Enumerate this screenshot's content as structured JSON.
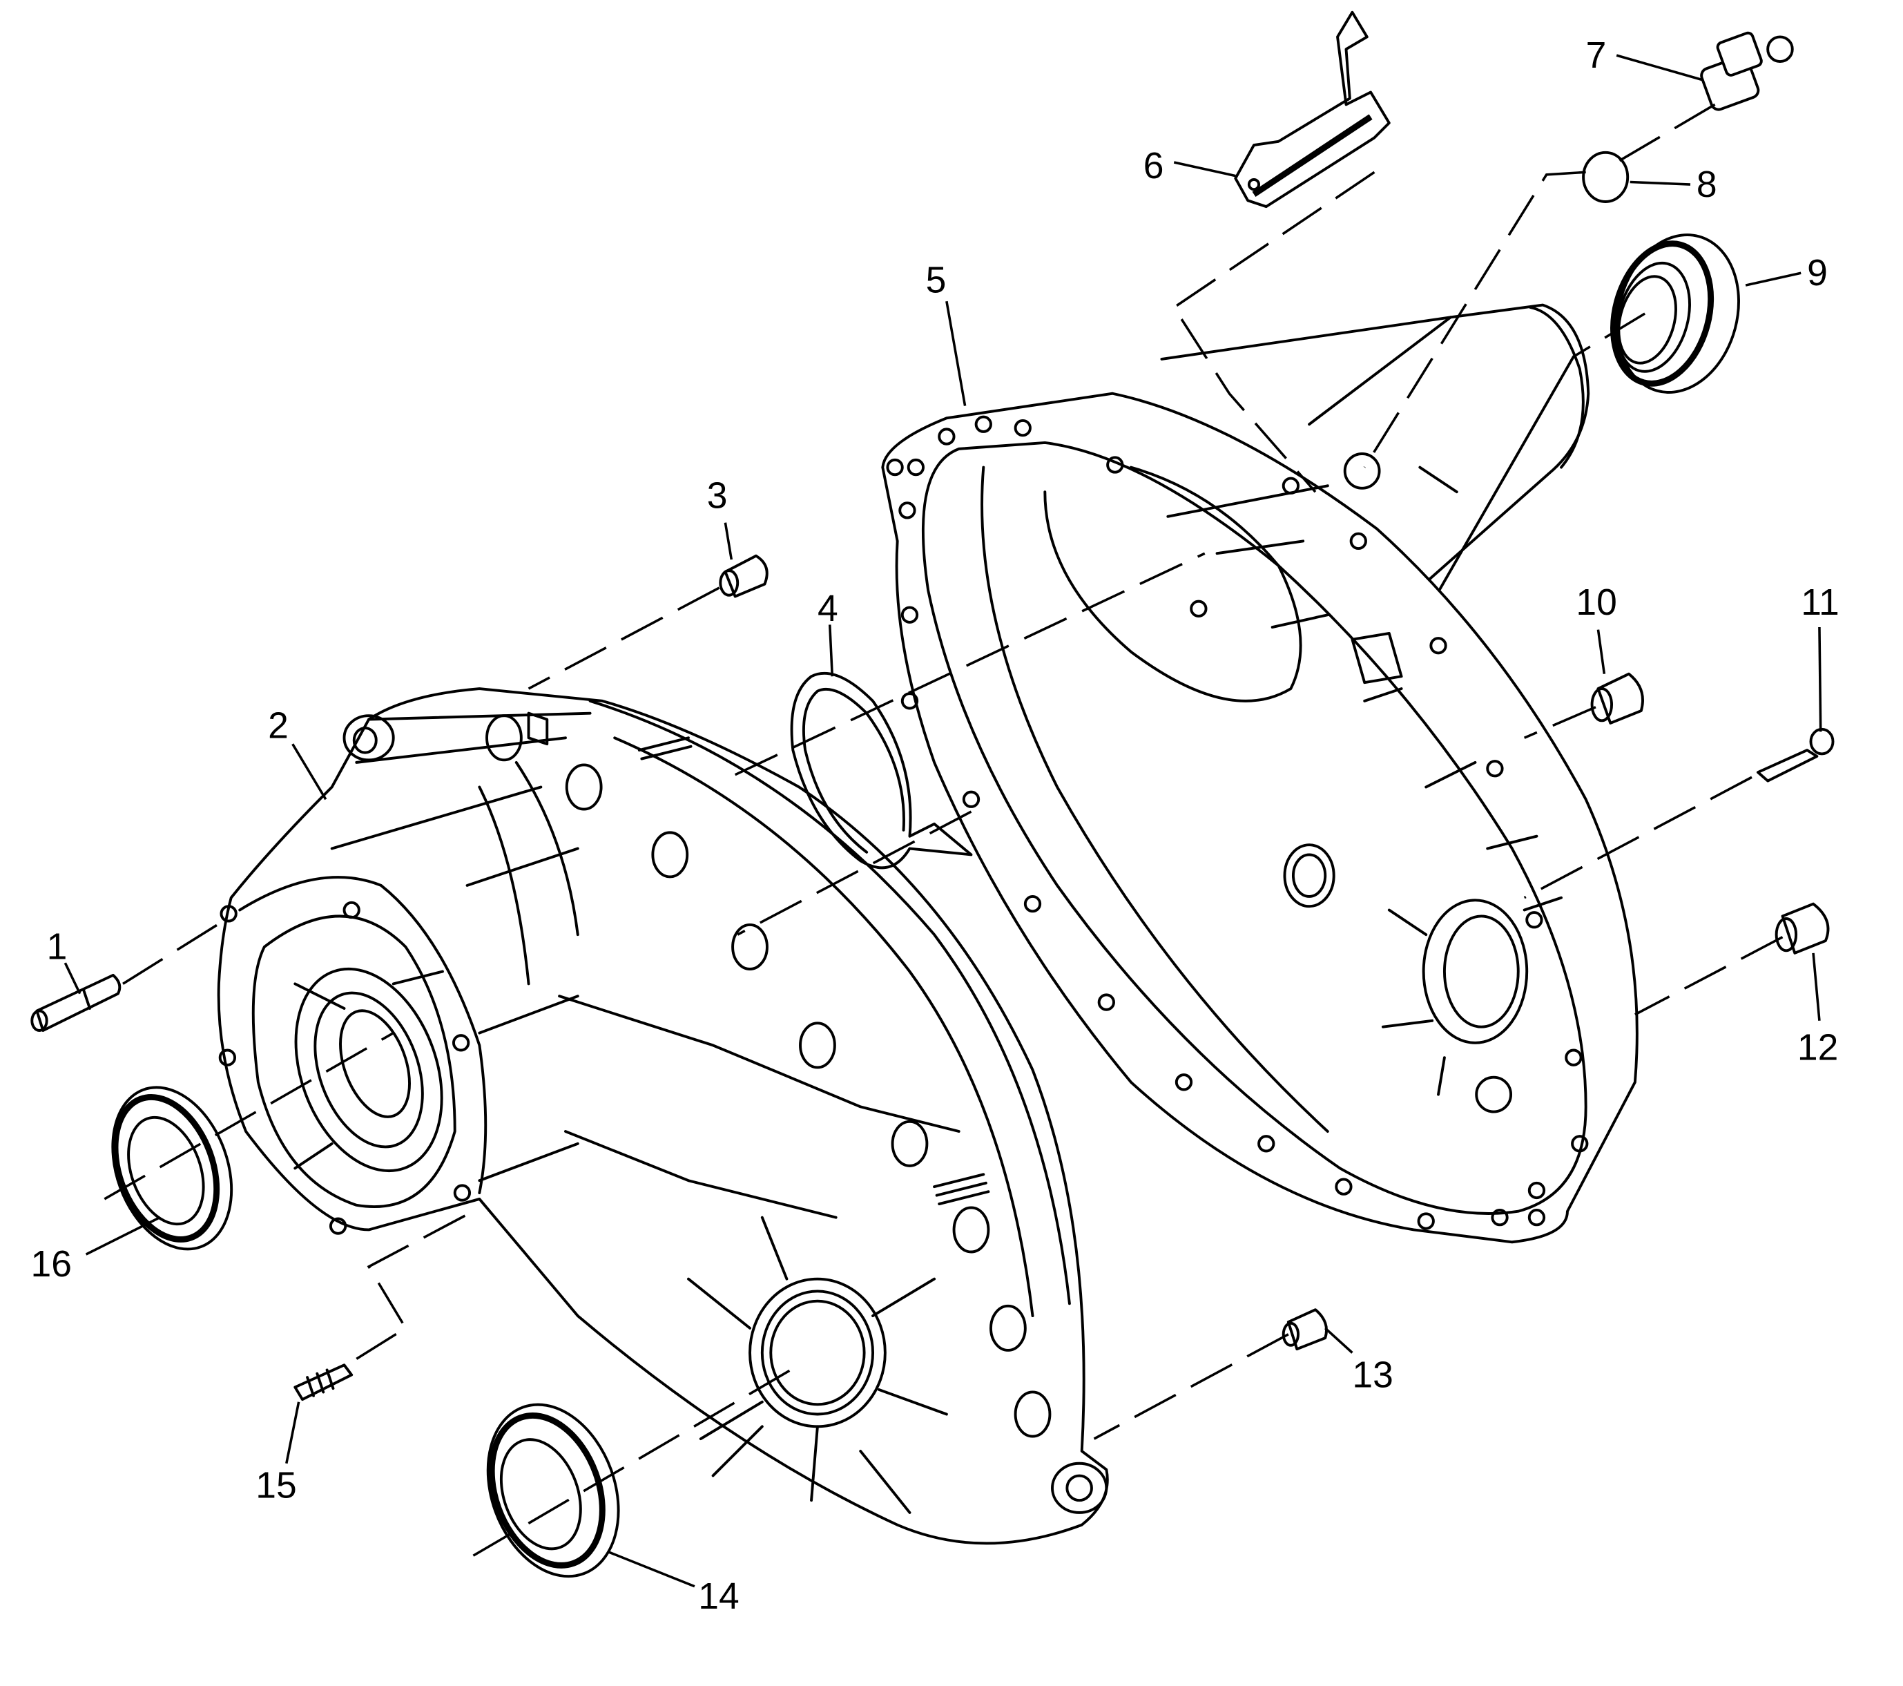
{
  "diagram": {
    "type": "exploded-parts-view",
    "subject": "Transfer case housing assembly",
    "background": "#ffffff",
    "line_color": "#000000",
    "callouts": [
      {
        "id": "1",
        "label": "1",
        "part": "dowel-pin"
      },
      {
        "id": "2",
        "label": "2",
        "part": "front-housing"
      },
      {
        "id": "3",
        "label": "3",
        "part": "dowel-sleeve"
      },
      {
        "id": "4",
        "label": "4",
        "part": "snap-ring"
      },
      {
        "id": "5",
        "label": "5",
        "part": "rear-housing"
      },
      {
        "id": "6",
        "label": "6",
        "part": "wiring-bracket"
      },
      {
        "id": "7",
        "label": "7",
        "part": "sensor-plug"
      },
      {
        "id": "8",
        "label": "8",
        "part": "o-ring"
      },
      {
        "id": "9",
        "label": "9",
        "part": "rear-output-seal"
      },
      {
        "id": "10",
        "label": "10",
        "part": "bushing"
      },
      {
        "id": "11",
        "label": "11",
        "part": "bolt"
      },
      {
        "id": "12",
        "label": "12",
        "part": "bushing"
      },
      {
        "id": "13",
        "label": "13",
        "part": "dowel-sleeve"
      },
      {
        "id": "14",
        "label": "14",
        "part": "front-output-seal"
      },
      {
        "id": "15",
        "label": "15",
        "part": "vent-fitting"
      },
      {
        "id": "16",
        "label": "16",
        "part": "input-seal"
      }
    ]
  }
}
